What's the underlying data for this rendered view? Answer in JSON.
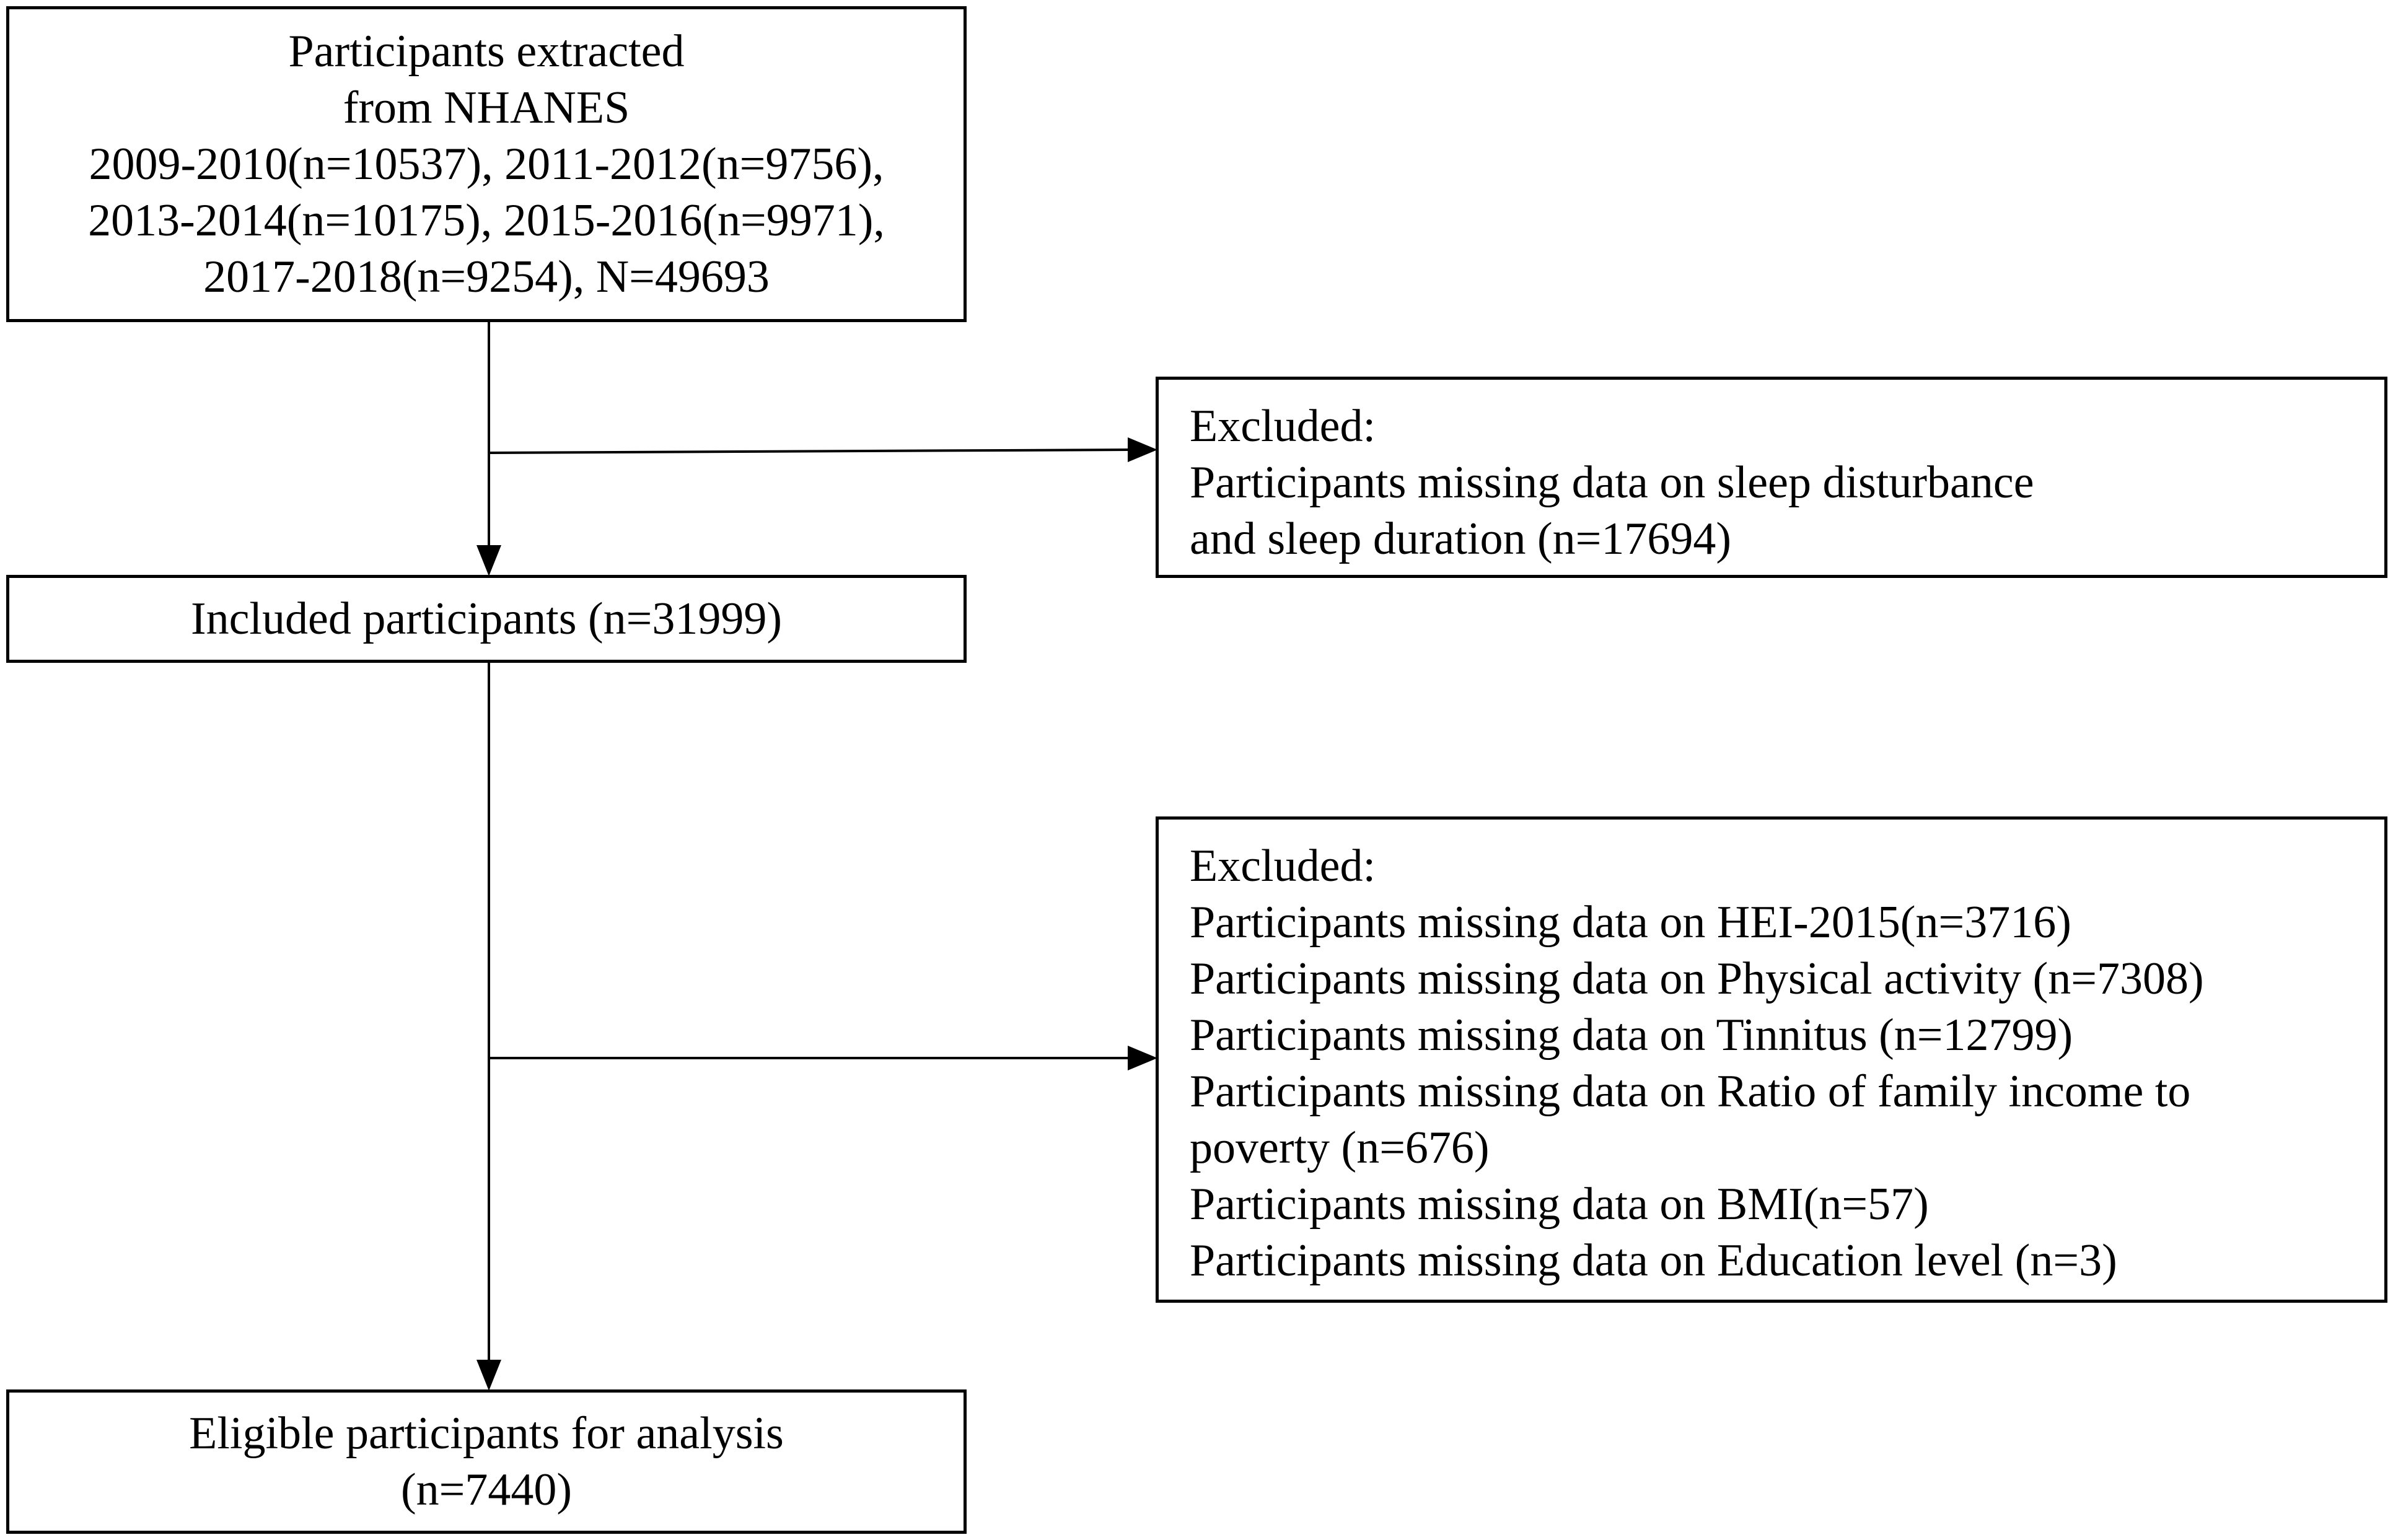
{
  "source_box": {
    "lines": [
      "Participants extracted",
      "from NHANES",
      "2009-2010(n=10537), 2011-2012(n=9756),",
      "2013-2014(n=10175), 2015-2016(n=9971),",
      "2017-2018(n=9254), N=49693"
    ]
  },
  "exclusion_1": {
    "lines": [
      "Excluded:",
      "Participants missing data on sleep disturbance",
      "and sleep duration (n=17694)"
    ]
  },
  "included_box": {
    "lines": [
      "Included participants (n=31999)"
    ]
  },
  "exclusion_2": {
    "lines": [
      "Excluded:",
      "Participants missing data on HEI-2015(n=3716)",
      "Participants missing data on Physical activity (n=7308)",
      "Participants missing data on Tinnitus (n=12799)",
      "Participants missing data on Ratio of family income to",
      "poverty (n=676)",
      "Participants missing data on BMI(n=57)",
      "Participants missing data on Education level (n=3)"
    ]
  },
  "final_box": {
    "lines": [
      "Eligible participants for analysis",
      "(n=7440)"
    ]
  }
}
